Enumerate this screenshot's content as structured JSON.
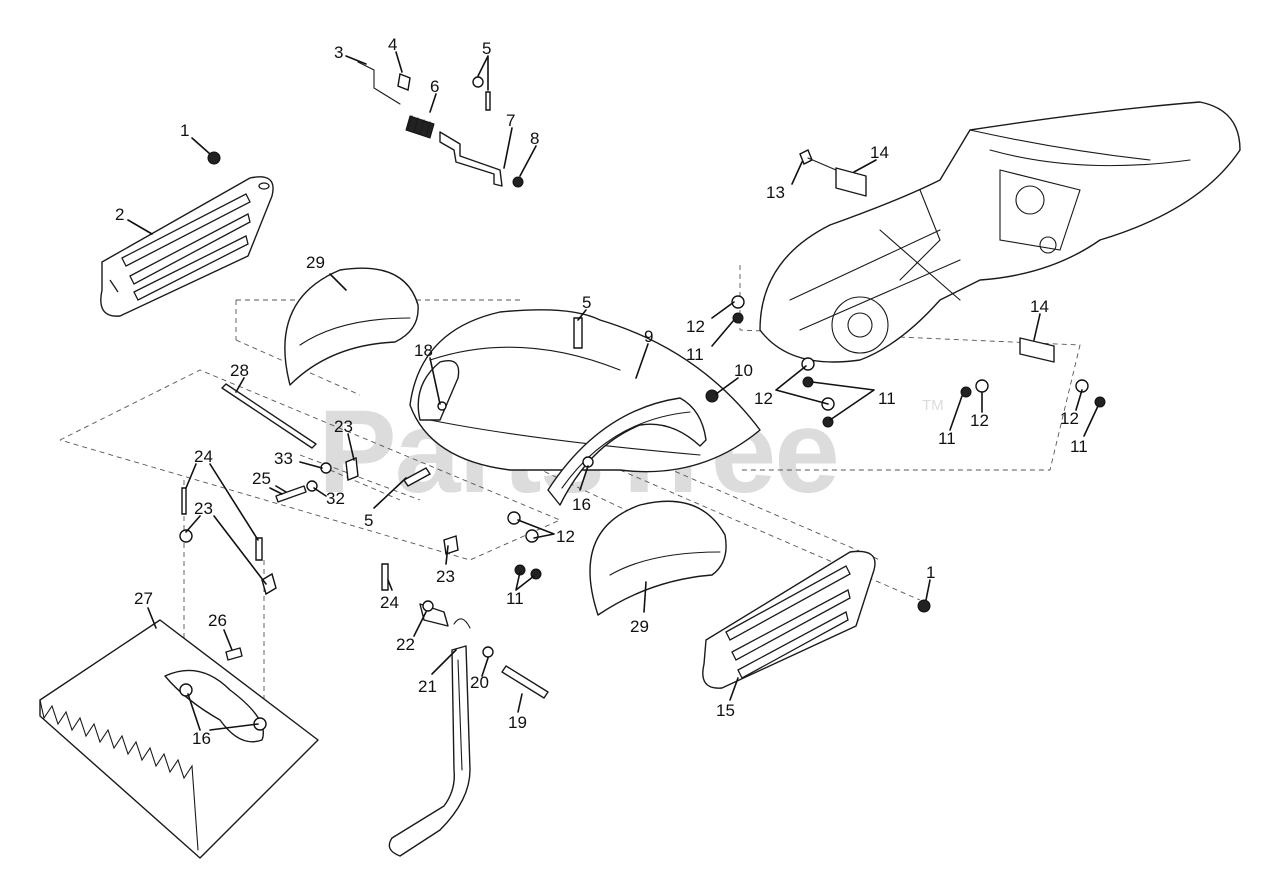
{
  "watermark": {
    "text": "PartsTree",
    "trademark": "TM"
  },
  "callouts": [
    "1",
    "2",
    "3",
    "4",
    "5",
    "6",
    "7",
    "8",
    "9",
    "10",
    "11",
    "12",
    "13",
    "14",
    "15",
    "16",
    "18",
    "19",
    "20",
    "21",
    "22",
    "23",
    "24",
    "25",
    "26",
    "27",
    "28",
    "29",
    "32",
    "33"
  ]
}
